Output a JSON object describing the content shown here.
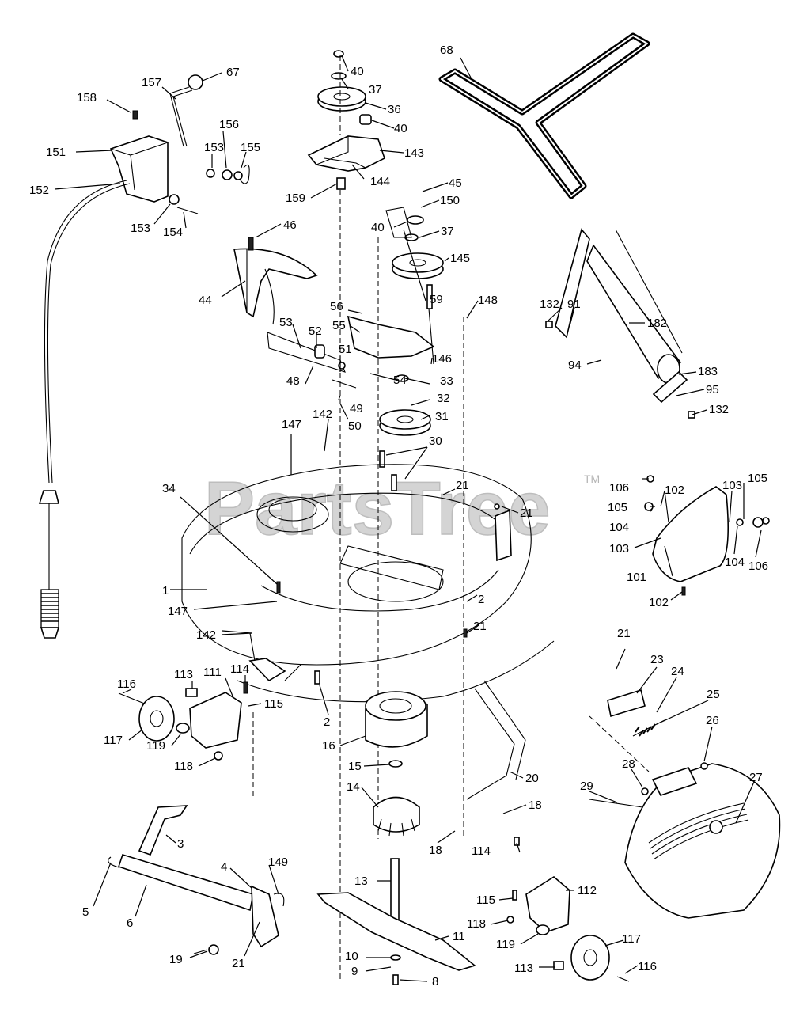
{
  "watermark": {
    "text": "PartsTree",
    "trademark": "TM"
  },
  "callouts": {
    "c1": "1",
    "c2a": "2",
    "c2b": "2",
    "c3": "3",
    "c4": "4",
    "c5": "5",
    "c6": "6",
    "c8": "8",
    "c9": "9",
    "c10": "10",
    "c11": "11",
    "c13": "13",
    "c14": "14",
    "c15": "15",
    "c16": "16",
    "c18a": "18",
    "c18b": "18",
    "c19": "19",
    "c20": "20",
    "c21a": "21",
    "c21b": "21",
    "c21c": "21",
    "c21d": "21",
    "c21e": "21",
    "c23": "23",
    "c24": "24",
    "c25": "25",
    "c26": "26",
    "c27": "27",
    "c28": "28",
    "c29": "29",
    "c30": "30",
    "c31": "31",
    "c32": "32",
    "c33": "33",
    "c34": "34",
    "c36": "36",
    "c37a": "37",
    "c37b": "37",
    "c40a": "40",
    "c40b": "40",
    "c40c": "40",
    "c44": "44",
    "c45": "45",
    "c46": "46",
    "c48": "48",
    "c49": "49",
    "c50": "50",
    "c51": "51",
    "c52": "52",
    "c53": "53",
    "c54": "54",
    "c55": "55",
    "c56": "56",
    "c59": "59",
    "c67": "67",
    "c68": "68",
    "c91": "91",
    "c94": "94",
    "c95": "95",
    "c101": "101",
    "c102a": "102",
    "c102b": "102",
    "c103a": "103",
    "c103b": "103",
    "c104a": "104",
    "c104b": "104",
    "c105a": "105",
    "c105b": "105",
    "c106a": "106",
    "c106b": "106",
    "c111": "111",
    "c112": "112",
    "c113a": "113",
    "c113b": "113",
    "c114a": "114",
    "c114b": "114",
    "c115a": "115",
    "c115b": "115",
    "c116a": "116",
    "c116b": "116",
    "c117a": "117",
    "c117b": "117",
    "c118a": "118",
    "c118b": "118",
    "c119a": "119",
    "c119b": "119",
    "c132a": "132",
    "c132b": "132",
    "c142a": "142",
    "c142b": "142",
    "c143": "143",
    "c144": "144",
    "c145": "145",
    "c146": "146",
    "c147a": "147",
    "c147b": "147",
    "c148": "148",
    "c149": "149",
    "c150": "150",
    "c151": "151",
    "c152": "152",
    "c153a": "153",
    "c153b": "153",
    "c154": "154",
    "c155": "155",
    "c156": "156",
    "c157": "157",
    "c158": "158",
    "c159": "159",
    "c182": "182",
    "c183": "183"
  }
}
